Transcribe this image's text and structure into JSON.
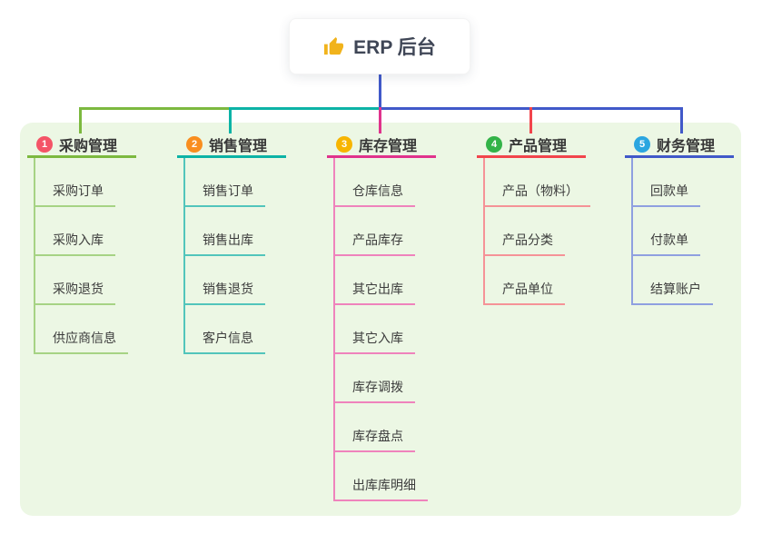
{
  "root_node": {
    "icon": "thumbs-up-icon",
    "icon_color": "#f1b31c",
    "label": "ERP 后台"
  },
  "canvas": {
    "panel_bg": "#ecf7e4",
    "background": "#ffffff"
  },
  "branches": [
    {
      "number": "1",
      "label": "采购管理",
      "badge_color": "#f45467",
      "line_color": "#7cb93f",
      "child_line_color": "#a6d384",
      "children": [
        "采购订单",
        "采购入库",
        "采购退货",
        "供应商信息"
      ]
    },
    {
      "number": "2",
      "label": "销售管理",
      "badge_color": "#f98e1f",
      "line_color": "#0cb3a6",
      "child_line_color": "#52c5bb",
      "children": [
        "销售订单",
        "销售出库",
        "销售退货",
        "客户信息"
      ]
    },
    {
      "number": "3",
      "label": "库存管理",
      "badge_color": "#f7b500",
      "line_color": "#e0338c",
      "child_line_color": "#ef83bc",
      "children": [
        "仓库信息",
        "产品库存",
        "其它出库",
        "其它入库",
        "库存调拨",
        "库存盘点",
        "出库库明细"
      ]
    },
    {
      "number": "4",
      "label": "产品管理",
      "badge_color": "#33b348",
      "line_color": "#f2454c",
      "child_line_color": "#f59397",
      "children": [
        "产品（物料）",
        "产品分类",
        "产品单位"
      ]
    },
    {
      "number": "5",
      "label": "财务管理",
      "badge_color": "#2ba6e0",
      "line_color": "#4159c9",
      "child_line_color": "#8fa0e0",
      "children": [
        "回款单",
        "付款单",
        "结算账户"
      ]
    }
  ]
}
